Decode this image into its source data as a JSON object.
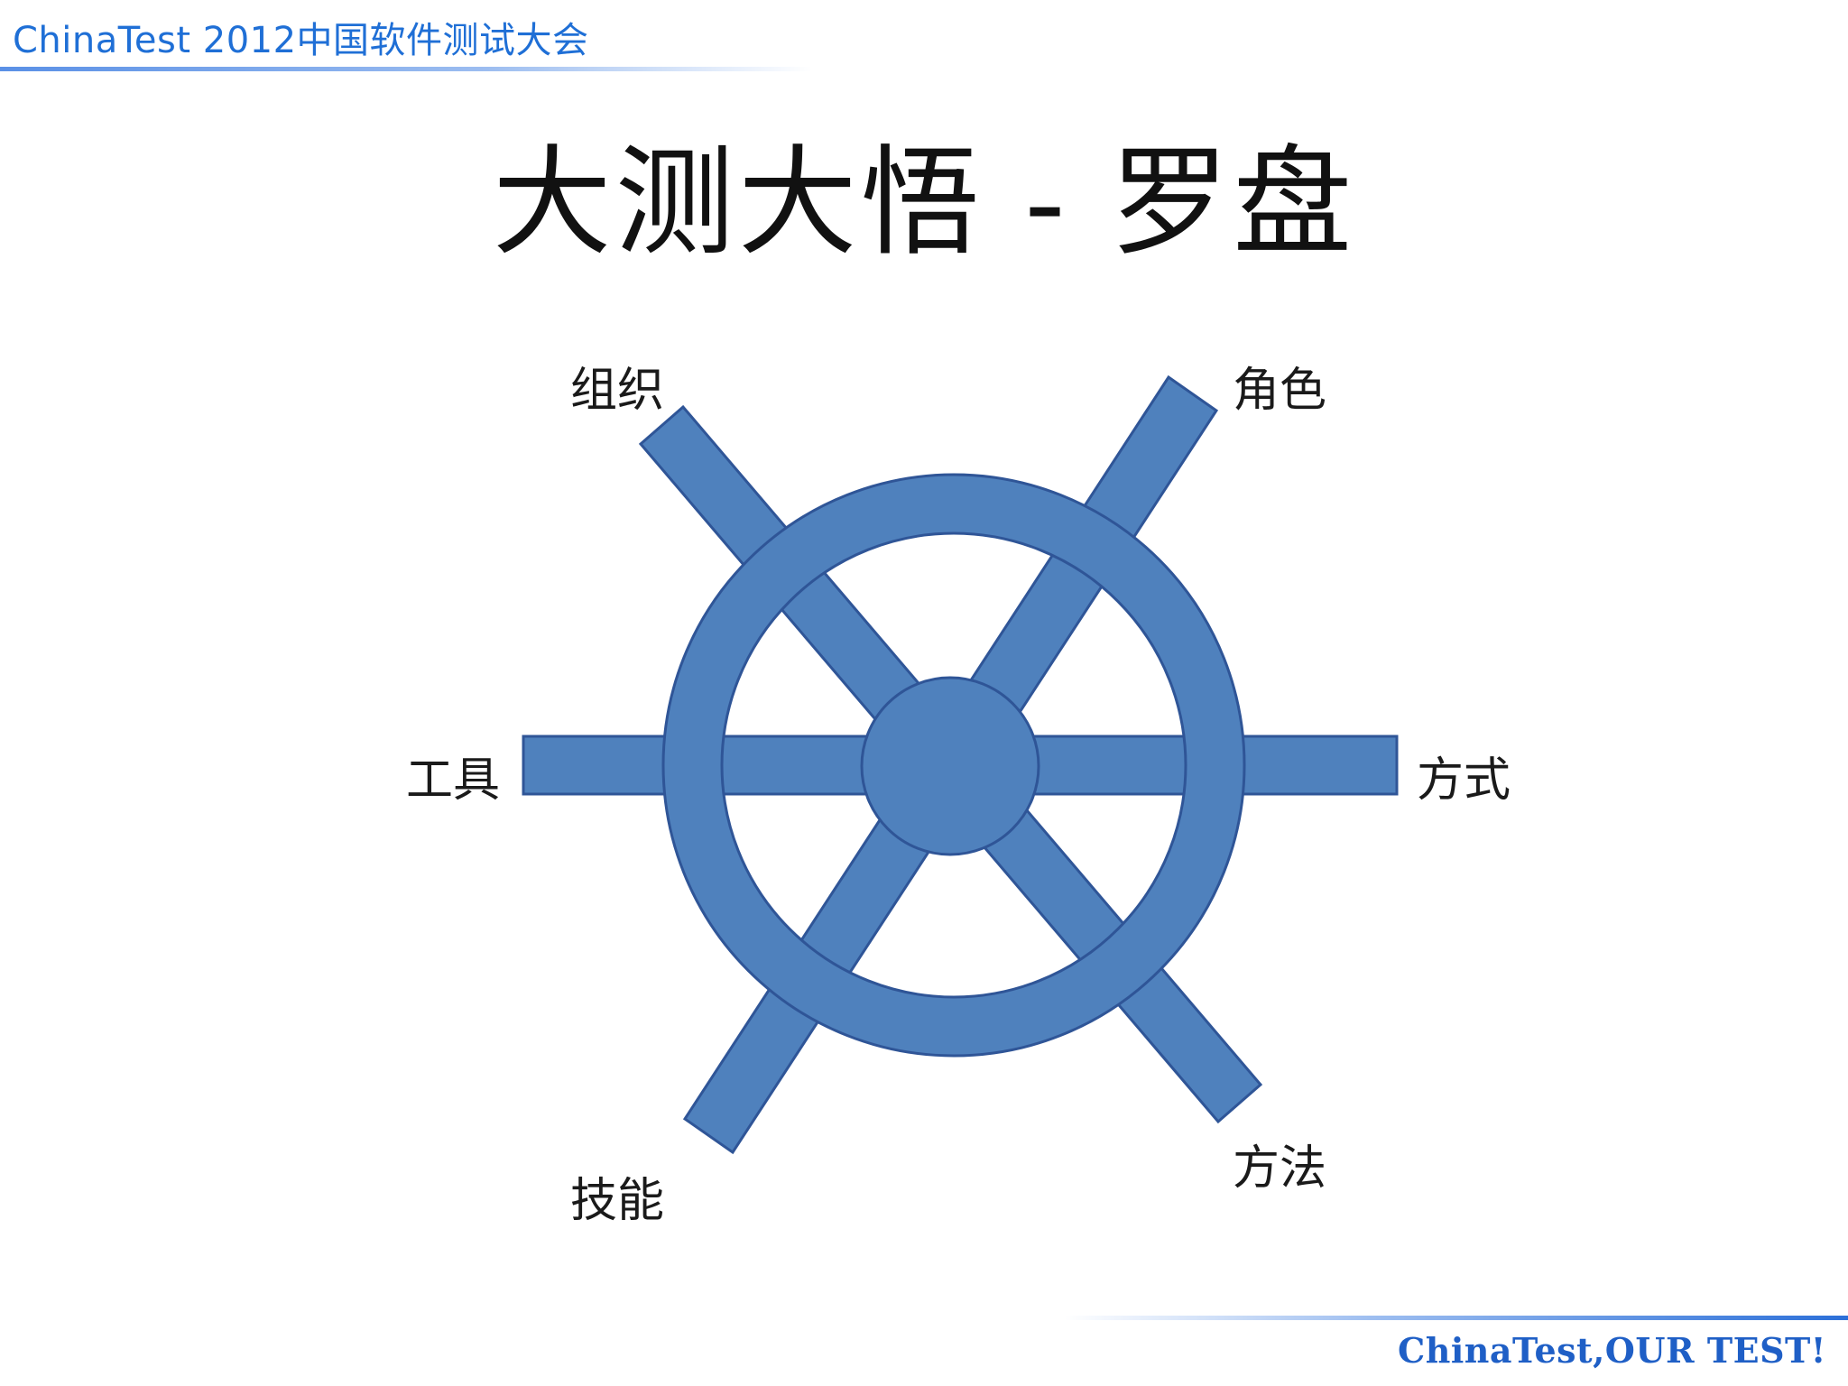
{
  "header": {
    "title": "ChinaTest 2012中国软件测试大会"
  },
  "slide": {
    "title": "大测大悟 - 罗盘"
  },
  "diagram": {
    "type": "ship-wheel",
    "fill_color": "#4f81bd",
    "stroke_color": "#2f5597",
    "labels": {
      "top_left": "组织",
      "top_right": "角色",
      "left": "工具",
      "right": "方式",
      "bottom_left": "技能",
      "bottom_right": "方法"
    }
  },
  "footer": {
    "slogan": "ChinaTest,OUR TEST!"
  }
}
